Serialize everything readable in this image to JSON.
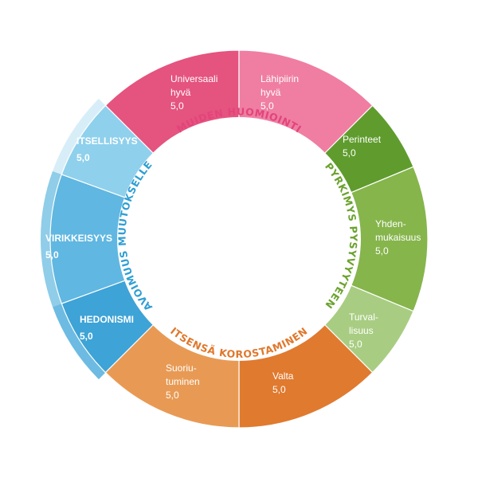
{
  "categories": [
    {
      "id": "others",
      "label": "MUIDEN HUOMIOINTI",
      "color": "#e2447c"
    },
    {
      "id": "stability",
      "label": "PYRKIMYS PYSYVYYTEEN",
      "color": "#6ba32e"
    },
    {
      "id": "self",
      "label": "ITSENSÄ KOROSTAMINEN",
      "color": "#e0782c"
    },
    {
      "id": "openness",
      "label": "AVOIMUUS MUUTOKSELLE",
      "color": "#2f9fd3"
    }
  ],
  "segments": [
    {
      "id": "universaali-hyva",
      "lines": [
        "Universaali",
        "hyvä"
      ],
      "value": "5,0",
      "color": "#e5537f",
      "bold": false
    },
    {
      "id": "lahipiirin-hyva",
      "lines": [
        "Lähipiirin",
        "hyvä"
      ],
      "value": "5,0",
      "color": "#ef7ea2",
      "bold": false
    },
    {
      "id": "perinteet",
      "lines": [
        "Perinteet"
      ],
      "value": "5,0",
      "color": "#5f9c2d",
      "bold": false
    },
    {
      "id": "yhdenmukaisuus",
      "lines": [
        "Yhden-",
        "mukaisuus"
      ],
      "value": "5,0",
      "color": "#86b54c",
      "bold": false
    },
    {
      "id": "turvallisuus",
      "lines": [
        "Turval-",
        "lisuus"
      ],
      "value": "5,0",
      "color": "#a8cd82",
      "bold": false
    },
    {
      "id": "valta",
      "lines": [
        "Valta"
      ],
      "value": "5,0",
      "color": "#e07a2f",
      "bold": false
    },
    {
      "id": "suoriutuminen",
      "lines": [
        "Suoriu-",
        "tuminen"
      ],
      "value": "5,0",
      "color": "#e89a54",
      "bold": false
    },
    {
      "id": "hedonismi",
      "lines": [
        "HEDONISMI"
      ],
      "value": "5,0",
      "color": "#3ea3d6",
      "bold": true
    },
    {
      "id": "virikkeisyys",
      "lines": [
        "VIRIKKEISYYS"
      ],
      "value": "5,0",
      "color": "#60b7e1",
      "bold": true
    },
    {
      "id": "itsellisyys",
      "lines": [
        "ITSELLISYYS"
      ],
      "value": "5,0",
      "color": "#8fd0ec",
      "bold": true
    }
  ],
  "colors": {
    "outer_band_light": "#d7eef8",
    "outer_band_mid": "#8fcde9",
    "outer_band_dark": "#6dbbe2",
    "background": "#ffffff"
  }
}
